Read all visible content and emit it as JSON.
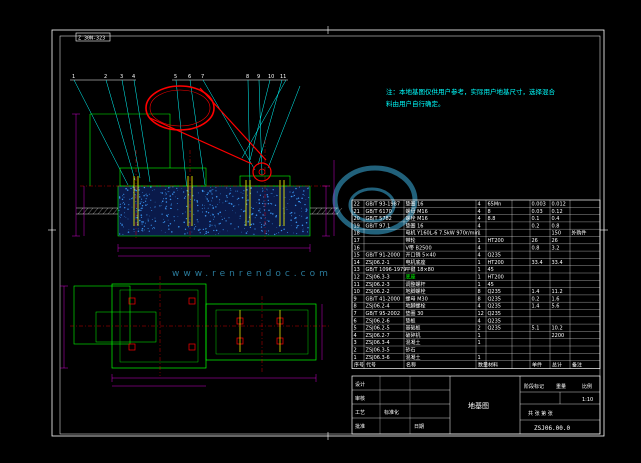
{
  "colors": {
    "background": "#000000",
    "frame": "#ffffff",
    "outline": "#00ff00",
    "dimension": "#ff00ff",
    "leader": "#00ffff",
    "belt": "#ff0000",
    "bolt": "#ffff00",
    "note": "#00ffff",
    "watermark": "#2a7a9a"
  },
  "corner_tag": "Z 30N-323",
  "balloons_left": [
    "1",
    "2",
    "3",
    "4"
  ],
  "balloons_mid": [
    "5",
    "6",
    "7",
    "8",
    "9",
    "10",
    "11"
  ],
  "note_line1": "注：本地基图仅供用户参考，实际用户地基尺寸，选择混合",
  "note_line2": "料由用户自行确定。",
  "watermark_text": "www.renrendoc.com",
  "bom_rows": [
    [
      "22",
      "GB/T 93-1987",
      "垫圈 16",
      "4",
      "65Mn",
      "0.003",
      "0.012",
      ""
    ],
    [
      "21",
      "GB/T 6170",
      "螺母 M16",
      "4",
      "8",
      "0.03",
      "0.12",
      ""
    ],
    [
      "20",
      "GB/T 5782",
      "螺栓 M16",
      "4",
      "8.8",
      "0.1",
      "0.4",
      ""
    ],
    [
      "19",
      "GB/T 97.1",
      "垫圈 16",
      "4",
      "",
      "0.2",
      "0.8",
      ""
    ],
    [
      "18",
      "",
      "电机 Y160L-6 7.5kW 970r/min",
      "1",
      "",
      "",
      "150",
      "外购件"
    ],
    [
      "17",
      "",
      "带轮",
      "1",
      "HT200",
      "26",
      "26",
      ""
    ],
    [
      "16",
      "",
      "V带 B2500",
      "4",
      "",
      "0.8",
      "3.2",
      ""
    ],
    [
      "15",
      "GB/T 91-2000",
      "开口销 5×40",
      "4",
      "Q235",
      "",
      "",
      ""
    ],
    [
      "14",
      "ZSJ06.2-1",
      "电机底座",
      "1",
      "HT200",
      "33.4",
      "33.4",
      ""
    ],
    [
      "13",
      "GB/T 1096-1979",
      "平键 18×80",
      "1",
      "45",
      "",
      "",
      ""
    ],
    [
      "12",
      "ZSJ06.3-3",
      "底座",
      "1",
      "HT200",
      "",
      "",
      ""
    ],
    [
      "11",
      "ZSJ06.2-3",
      "调整螺杆",
      "1",
      "45",
      "",
      "",
      ""
    ],
    [
      "10",
      "ZSJ06.2-2",
      "地脚螺栓",
      "8",
      "Q235",
      "1.4",
      "11.2",
      ""
    ],
    [
      "9",
      "GB/T 41-2000",
      "螺母 M30",
      "8",
      "Q235",
      "0.2",
      "1.6",
      ""
    ],
    [
      "8",
      "ZSJ06.2-4",
      "地脚螺栓",
      "4",
      "Q235",
      "1.4",
      "5.6",
      ""
    ],
    [
      "7",
      "GB/T 95-2002",
      "垫圈 30",
      "12",
      "Q235",
      "",
      "",
      ""
    ],
    [
      "6",
      "ZSJ06.2-6",
      "垫板",
      "4",
      "Q235",
      "",
      "",
      ""
    ],
    [
      "5",
      "ZSJ06.2-5",
      "基础板",
      "2",
      "Q235",
      "5.1",
      "10.2",
      ""
    ],
    [
      "4",
      "ZSJ06.2-7",
      "破碎机",
      "1",
      "",
      "",
      "2200",
      ""
    ],
    [
      "3",
      "ZSJ06.3-4",
      "混凝土",
      "1",
      "",
      "",
      "",
      ""
    ],
    [
      "2",
      "ZSJ06.3-5",
      "砂石",
      "",
      "",
      "",
      "",
      ""
    ],
    [
      "1",
      "ZSJ06.3-6",
      "混凝土",
      "1",
      "",
      "",
      "",
      ""
    ]
  ],
  "bom_header": [
    "序号",
    "代号",
    "名称",
    "数量",
    "材料",
    "单件",
    "总计",
    "备注"
  ],
  "title_block": {
    "drawing_name": "地基图",
    "drawing_number": "ZSJ06.00.0",
    "scale": "1:10",
    "sheet": "共 张 第 张",
    "labels": [
      "设计",
      "审核",
      "工艺",
      "批准",
      "标准化",
      "日期"
    ],
    "stage_labels": [
      "阶段标记",
      "重量",
      "比例"
    ]
  }
}
